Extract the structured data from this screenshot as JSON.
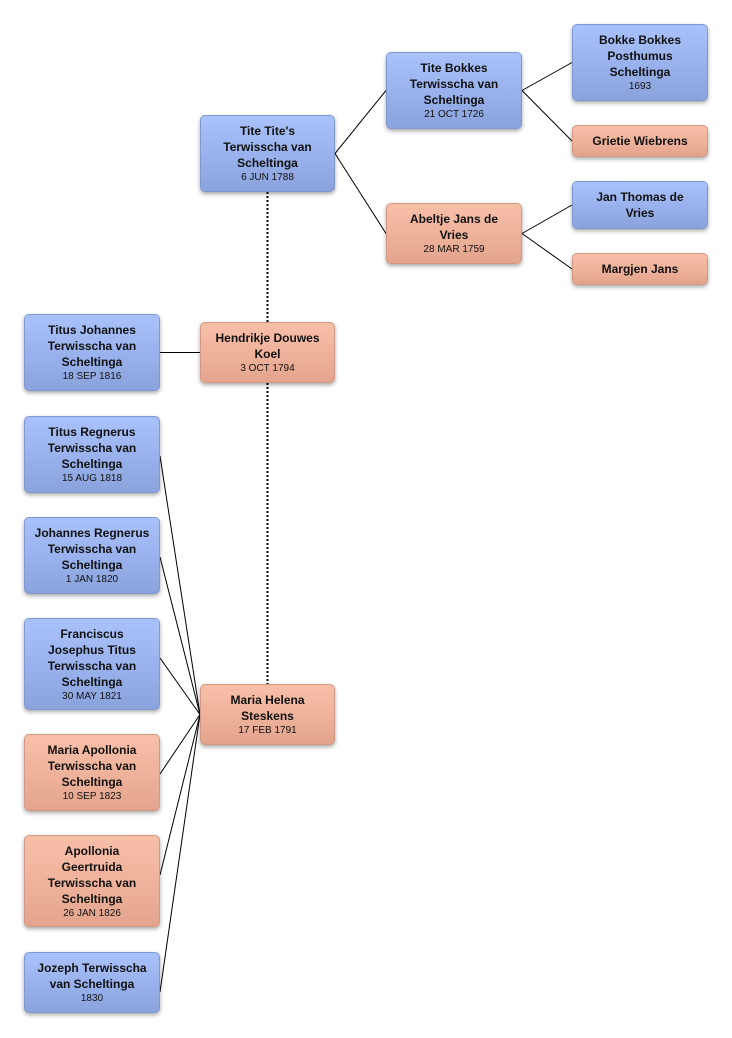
{
  "people": [
    {
      "id": "tite",
      "name": "Tite Tite's Terwisscha van Scheltinga",
      "date": "6 JUN 1788",
      "sex": "male"
    },
    {
      "id": "hendrikje",
      "name": "Hendrikje Douwes Koel",
      "date": "3 OCT 1794",
      "sex": "female"
    },
    {
      "id": "maria",
      "name": "Maria Helena Steskens",
      "date": "17 FEB 1791",
      "sex": "female"
    },
    {
      "id": "tite-bokkes",
      "name": "Tite Bokkes Terwisscha van Scheltinga",
      "date": "21 OCT 1726",
      "sex": "male"
    },
    {
      "id": "abeltje",
      "name": "Abeltje Jans de Vries",
      "date": "28 MAR 1759",
      "sex": "female"
    },
    {
      "id": "bokke",
      "name": "Bokke Bokkes Posthumus Scheltinga",
      "date": "1693",
      "sex": "male"
    },
    {
      "id": "grietie",
      "name": "Grietie Wiebrens",
      "date": "",
      "sex": "female"
    },
    {
      "id": "jan",
      "name": "Jan Thomas de Vries",
      "date": "",
      "sex": "male"
    },
    {
      "id": "margjen",
      "name": "Margjen Jans",
      "date": "",
      "sex": "female"
    },
    {
      "id": "titus-j",
      "name": "Titus Johannes Terwisscha van Scheltinga",
      "date": "18 SEP 1816",
      "sex": "male"
    },
    {
      "id": "titus-r",
      "name": "Titus Regnerus Terwisscha van Scheltinga",
      "date": "15 AUG 1818",
      "sex": "male"
    },
    {
      "id": "johannes-r",
      "name": "Johannes Regnerus Terwisscha van Scheltinga",
      "date": "1 JAN 1820",
      "sex": "male"
    },
    {
      "id": "franciscus",
      "name": "Franciscus Josephus Titus Terwisscha van Scheltinga",
      "date": "30 MAY 1821",
      "sex": "male"
    },
    {
      "id": "maria-a",
      "name": "Maria Apollonia Terwisscha van Scheltinga",
      "date": "10 SEP 1823",
      "sex": "female"
    },
    {
      "id": "apollonia",
      "name": "Apollonia Geertruida Terwisscha van Scheltinga",
      "date": "26 JAN 1826",
      "sex": "female"
    },
    {
      "id": "jozeph",
      "name": "Jozeph Terwisscha van Scheltinga",
      "date": "1830",
      "sex": "male"
    }
  ],
  "name_lines": {
    "tite": [
      "Tite Tite's",
      "Terwisscha van",
      "Scheltinga"
    ],
    "hendrikje": [
      "Hendrikje Douwes",
      "Koel"
    ],
    "maria": [
      "Maria Helena",
      "Steskens"
    ],
    "tite-bokkes": [
      "Tite Bokkes",
      "Terwisscha van",
      "Scheltinga"
    ],
    "abeltje": [
      "Abeltje Jans de",
      "Vries"
    ],
    "bokke": [
      "Bokke Bokkes",
      "Posthumus",
      "Scheltinga"
    ],
    "grietie": [
      "Grietie Wiebrens"
    ],
    "jan": [
      "Jan Thomas de",
      "Vries"
    ],
    "margjen": [
      "Margjen Jans"
    ],
    "titus-j": [
      "Titus Johannes",
      "Terwisscha van",
      "Scheltinga"
    ],
    "titus-r": [
      "Titus Regnerus",
      "Terwisscha van",
      "Scheltinga"
    ],
    "johannes-r": [
      "Johannes Regnerus",
      "Terwisscha van",
      "Scheltinga"
    ],
    "franciscus": [
      "Franciscus",
      "Josephus Titus",
      "Terwisscha van",
      "Scheltinga"
    ],
    "maria-a": [
      "Maria Apollonia",
      "Terwisscha van",
      "Scheltinga"
    ],
    "apollonia": [
      "Apollonia",
      "Geertruida",
      "Terwisscha van",
      "Scheltinga"
    ],
    "jozeph": [
      "Jozeph Terwisscha",
      "van Scheltinga"
    ]
  },
  "parent_links": [
    {
      "child": "tite",
      "parents": [
        "tite-bokkes",
        "abeltje"
      ]
    },
    {
      "child": "tite-bokkes",
      "parents": [
        "bokke",
        "grietie"
      ]
    },
    {
      "child": "abeltje",
      "parents": [
        "jan",
        "margjen"
      ]
    }
  ],
  "spouse_links": [
    {
      "a": "tite",
      "b": "hendrikje"
    },
    {
      "a": "hendrikje",
      "b": "maria"
    }
  ],
  "child_links": [
    {
      "parent": "hendrikje",
      "children": [
        "titus-j"
      ]
    },
    {
      "parent": "maria",
      "children": [
        "titus-r",
        "johannes-r",
        "franciscus",
        "maria-a",
        "apollonia",
        "jozeph"
      ]
    }
  ],
  "colors": {
    "male": "#98b1ec",
    "female": "#eeb19a",
    "line": "#000000"
  }
}
